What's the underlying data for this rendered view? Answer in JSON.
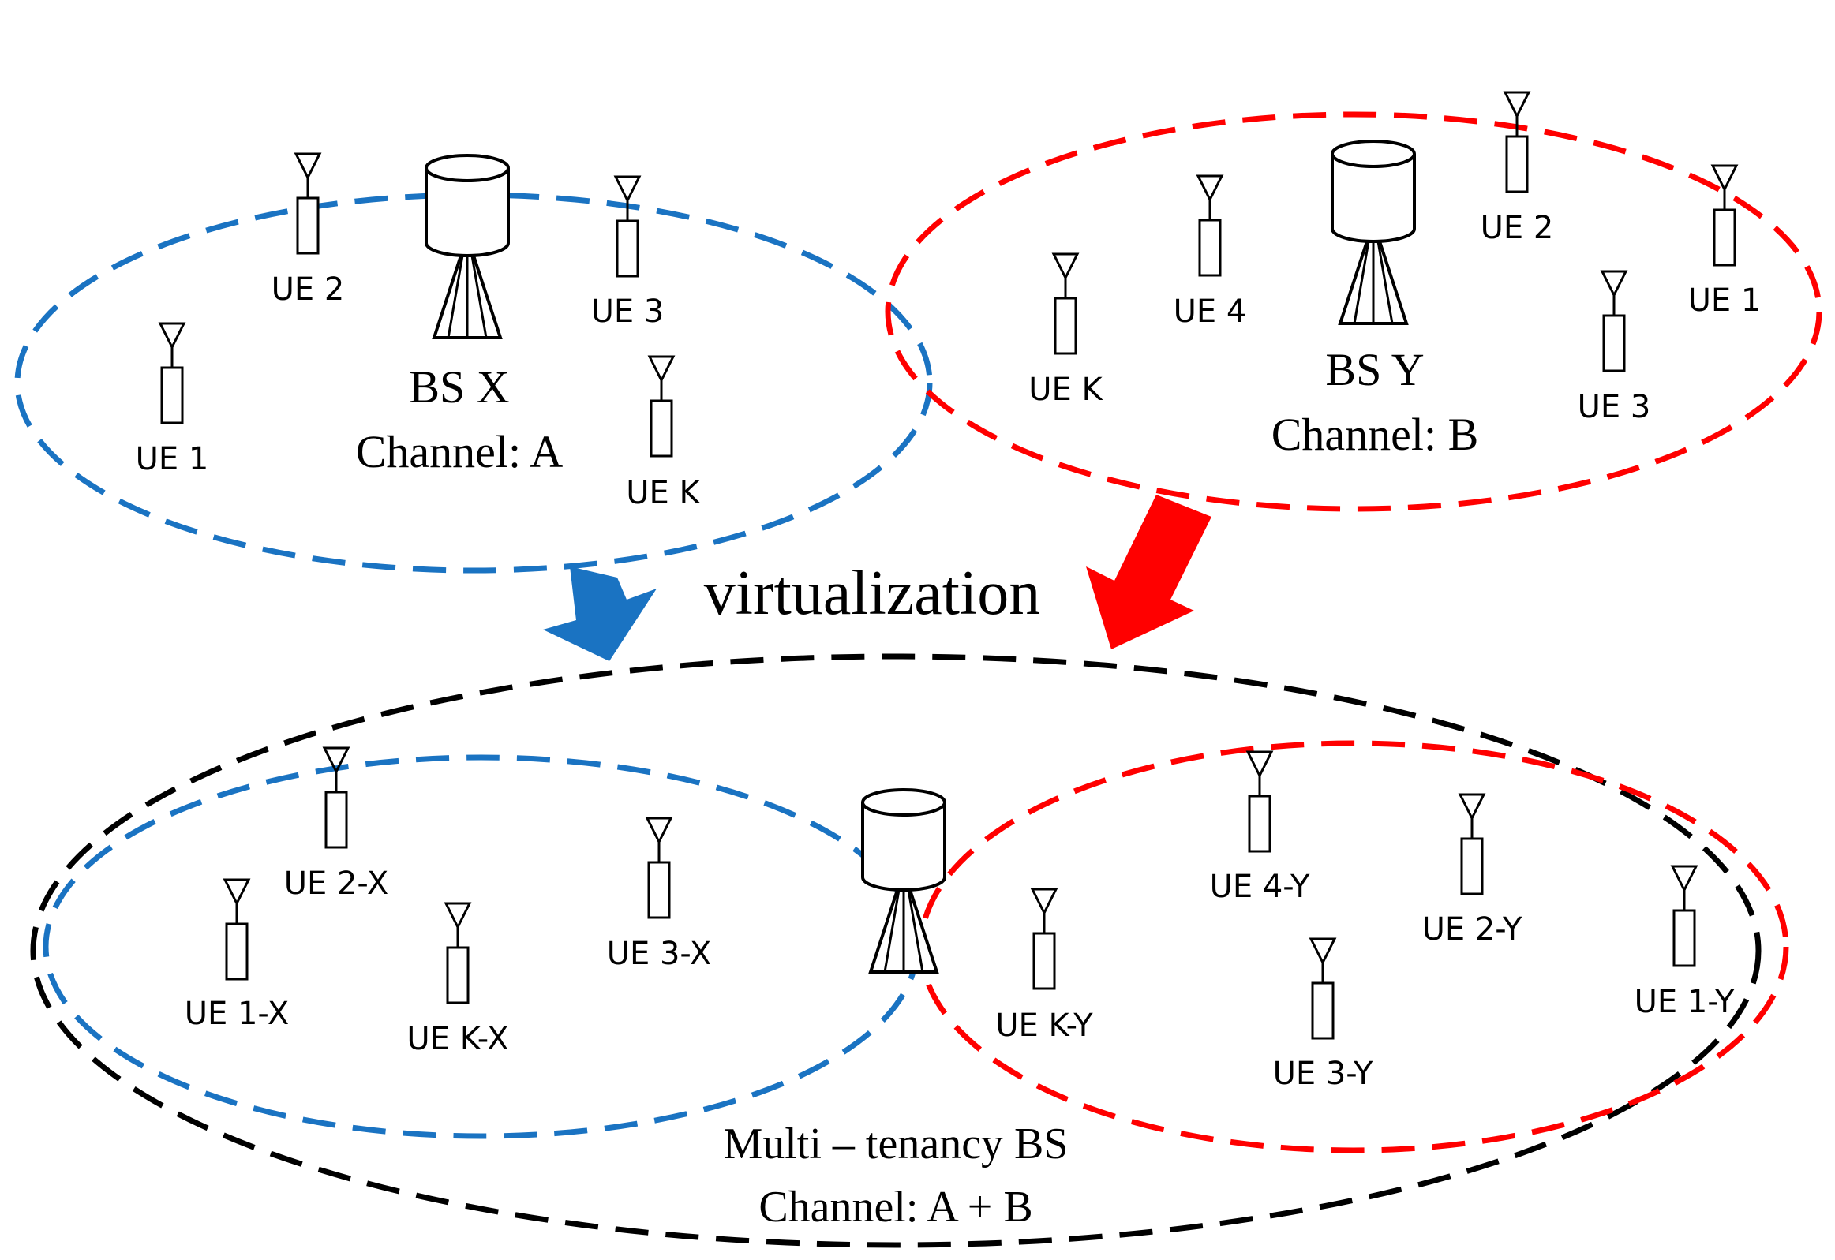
{
  "colors": {
    "operator_x": "#1a73c2",
    "operator_y": "#ff0000",
    "multi_tenant": "#000000"
  },
  "top": {
    "bs_x": {
      "label": "BS X",
      "channel": "Channel: A",
      "ues": [
        "UE 1",
        "UE 2",
        "UE 3",
        "UE K"
      ]
    },
    "bs_y": {
      "label": "BS Y",
      "channel": "Channel: B",
      "ues": [
        "UE K",
        "UE 4",
        "UE 2",
        "UE 1",
        "UE 3"
      ]
    }
  },
  "process": {
    "label": "virtualization"
  },
  "bottom": {
    "label": "Multi – tenancy BS",
    "channel": "Channel: A + B",
    "x_ues": [
      "UE 2-X",
      "UE 1-X",
      "UE K-X",
      "UE 3-X"
    ],
    "y_ues": [
      "UE 4-Y",
      "UE K-Y",
      "UE 2-Y",
      "UE 3-Y",
      "UE 1-Y"
    ]
  }
}
